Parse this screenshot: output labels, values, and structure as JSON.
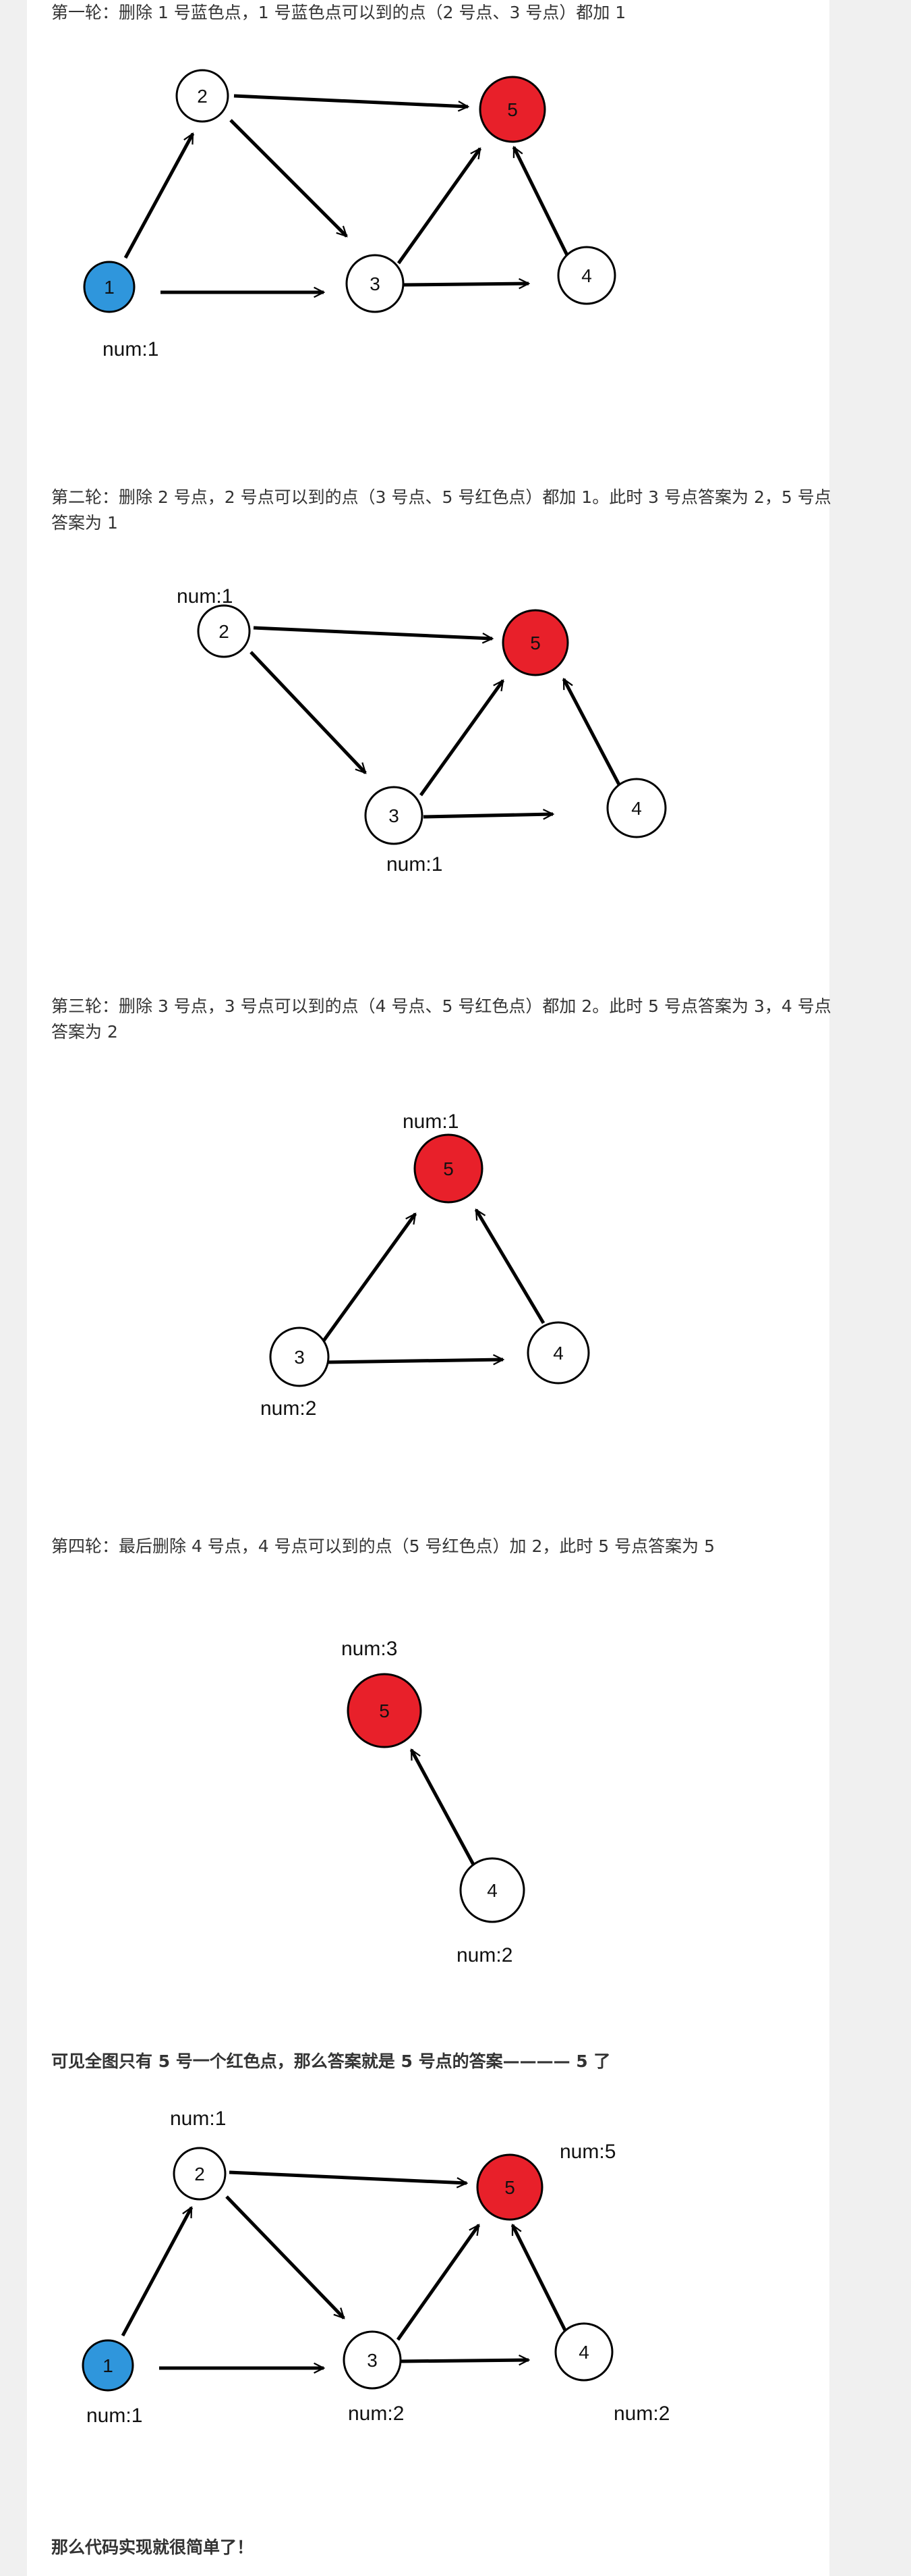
{
  "colors": {
    "blue_node": "#2f96dc",
    "red_node": "#e8202a",
    "edge": "#000000"
  },
  "paragraphs": {
    "round1": "第一轮：删除 1 号蓝色点，1 号蓝色点可以到的点（2 号点、3 号点）都加 1",
    "round2": "第二轮：删除 2 号点，2 号点可以到的点（3 号点、5 号红色点）都加 1。此时 3 号点答案为 2，5 号点答案为 1",
    "round3": "第三轮：删除 3 号点，3 号点可以到的点（4 号点、5 号红色点）都加 2。此时 5 号点答案为 3，4 号点答案为 2",
    "round4": "第四轮：最后删除 4 号点，4 号点可以到的点（5 号红色点）加 2，此时 5 号点答案为 5",
    "conclusion": "可见全图只有 5 号一个红色点，那么答案就是 5 号点的答案———— 5 了",
    "ending": "那么代码实现就很简单了！"
  },
  "figures": {
    "fig1": {
      "nodes": [
        "1",
        "2",
        "3",
        "4",
        "5"
      ],
      "labels": [
        "num:1"
      ]
    },
    "fig2": {
      "nodes": [
        "2",
        "3",
        "4",
        "5"
      ],
      "labels": [
        "num:1",
        "num:1"
      ]
    },
    "fig3": {
      "nodes": [
        "3",
        "4",
        "5"
      ],
      "labels": [
        "num:1",
        "num:2"
      ]
    },
    "fig4": {
      "nodes": [
        "4",
        "5"
      ],
      "labels": [
        "num:3",
        "num:2"
      ]
    },
    "fig5": {
      "nodes": [
        "1",
        "2",
        "3",
        "4",
        "5"
      ],
      "labels": [
        "num:1",
        "num:5",
        "num:1",
        "num:2",
        "num:2"
      ]
    }
  }
}
